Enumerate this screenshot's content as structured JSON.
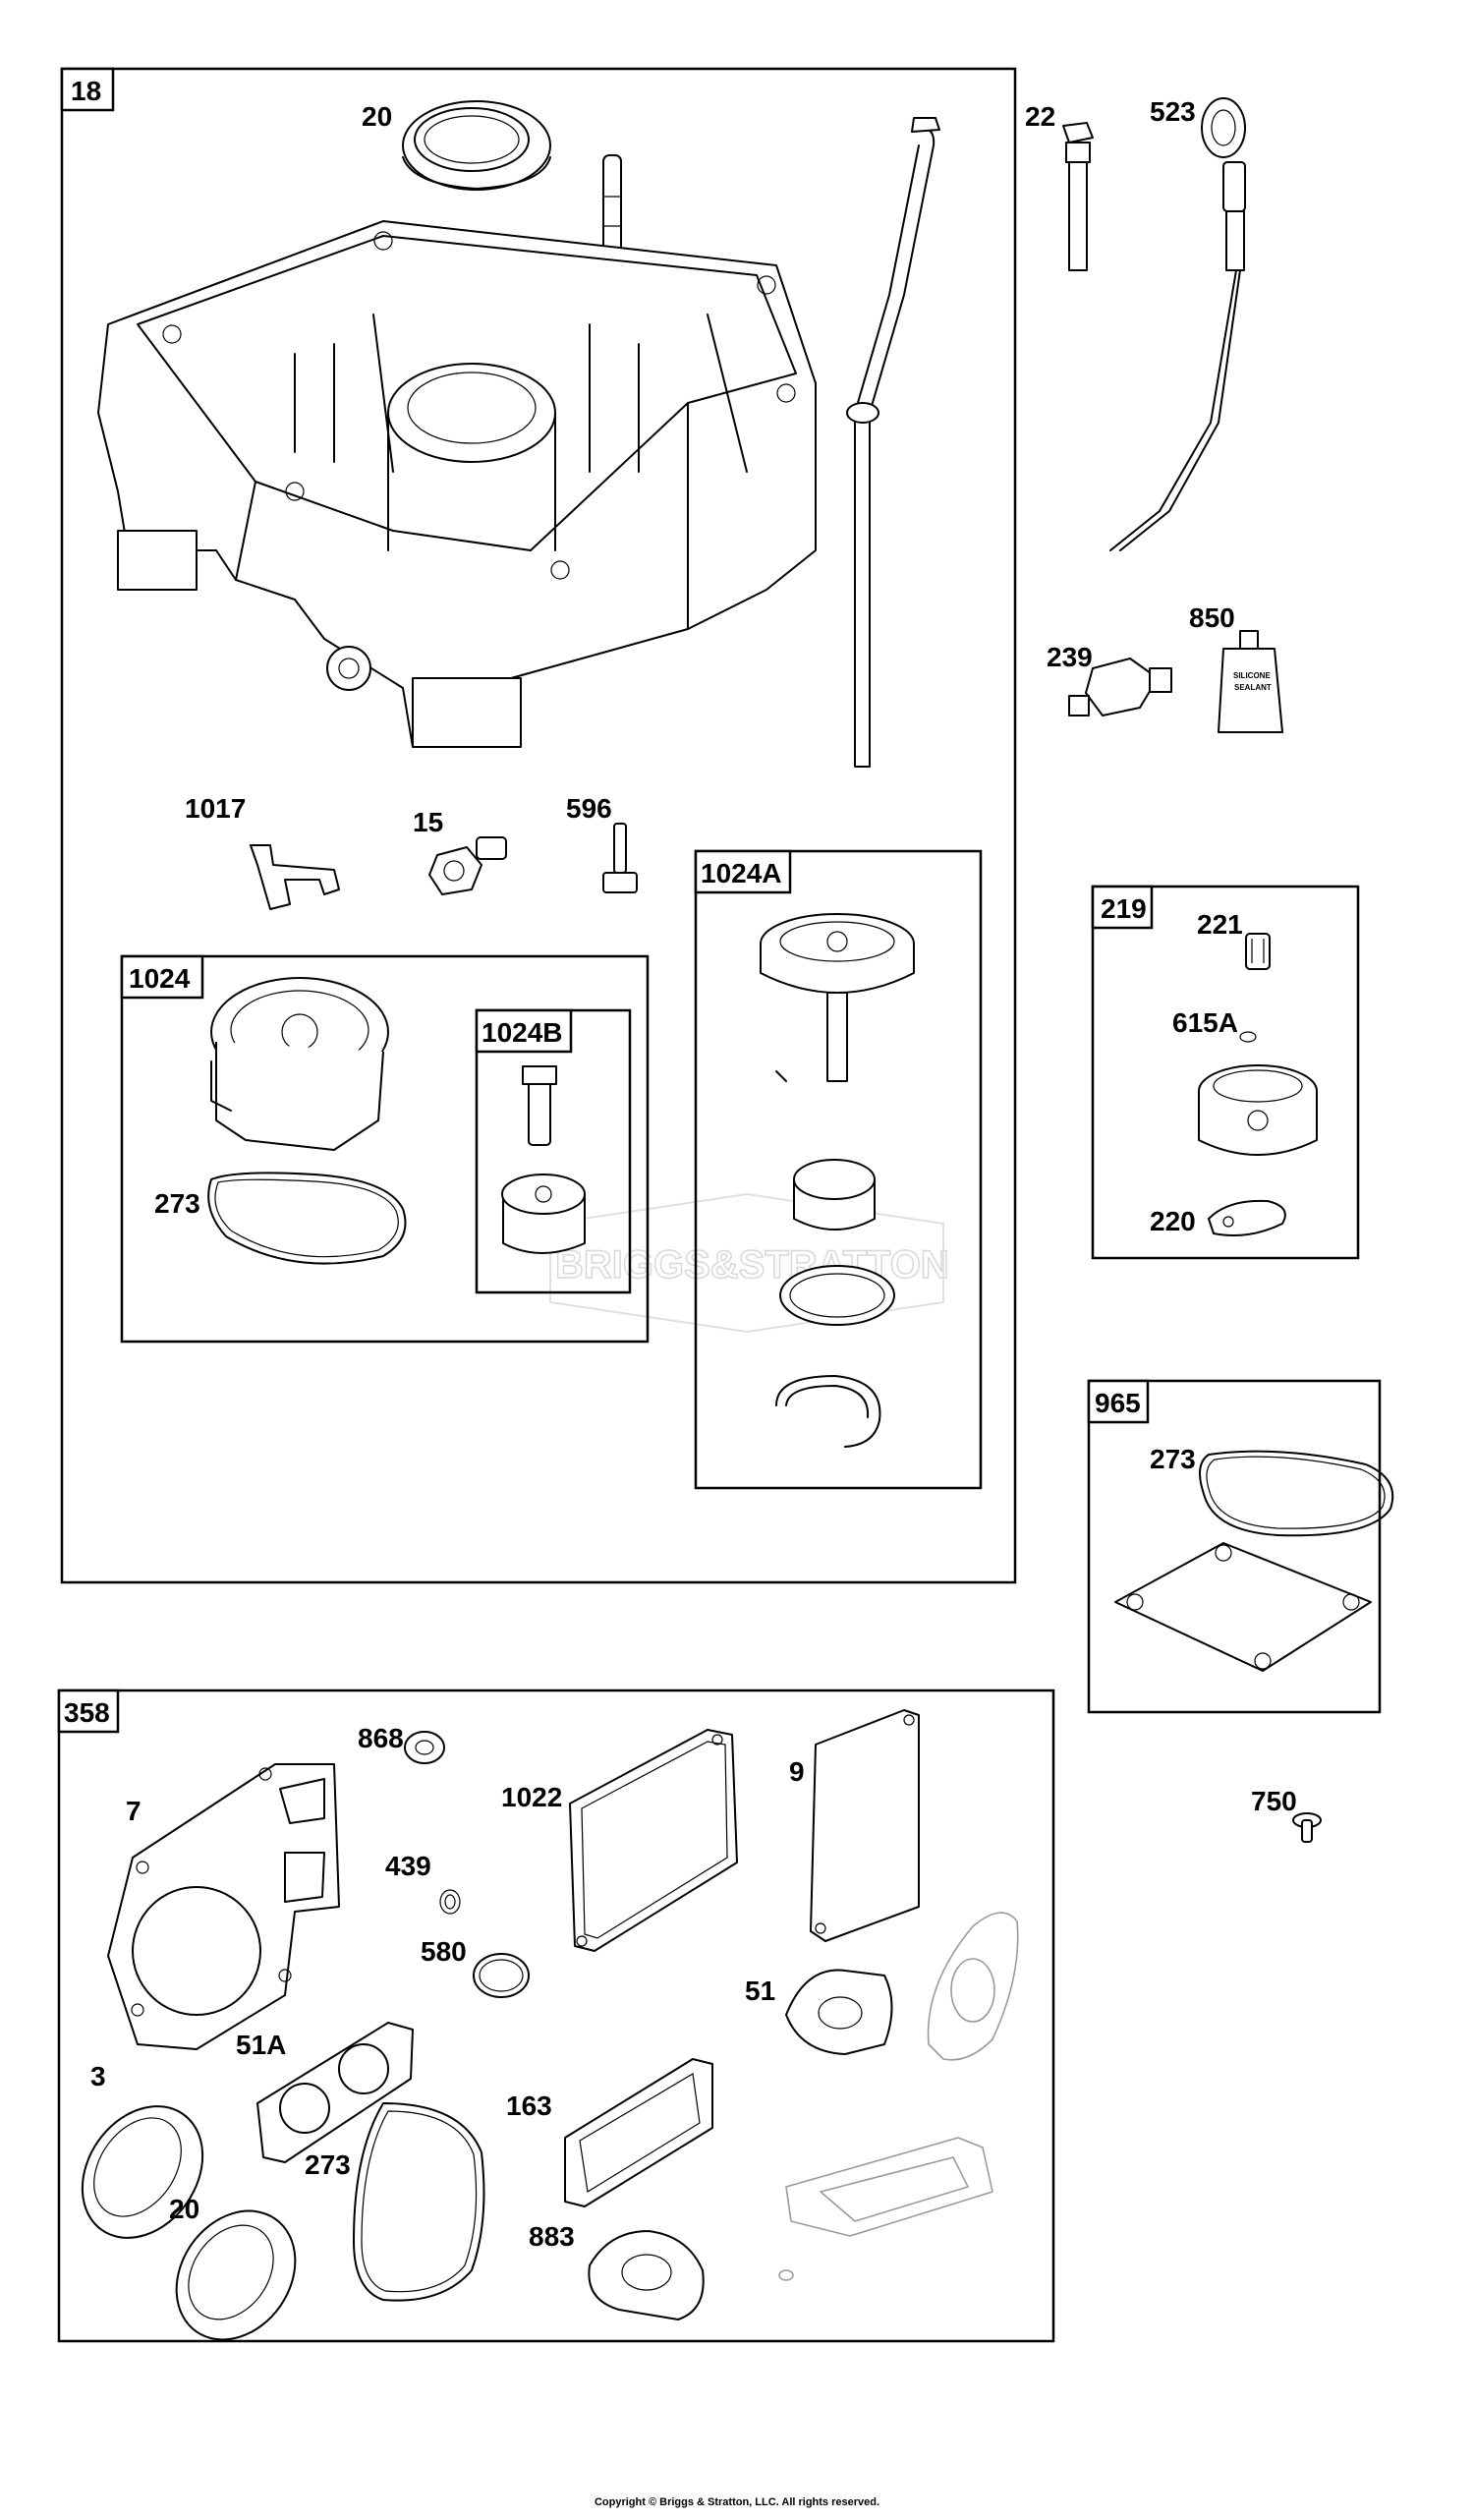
{
  "boxes": {
    "b18": "18",
    "b1024": "1024",
    "b1024b": "1024B",
    "b1024a": "1024A",
    "b219": "219",
    "b965": "965",
    "b358": "358"
  },
  "labels": {
    "l20a": "20",
    "l22": "22",
    "l523": "523",
    "l239": "239",
    "l850": "850",
    "l1017": "1017",
    "l15": "15",
    "l596": "596",
    "l273a": "273",
    "l221": "221",
    "l615a": "615A",
    "l220": "220",
    "l273b": "273",
    "l750": "750",
    "l868": "868",
    "l7": "7",
    "l1022": "1022",
    "l9": "9",
    "l439": "439",
    "l580": "580",
    "l51": "51",
    "l51a": "51A",
    "l3": "3",
    "l163": "163",
    "l273c": "273",
    "l20b": "20",
    "l883": "883"
  },
  "sealant_text": [
    "SILICONE",
    "SEALANT"
  ],
  "watermark": "BRIGGS&STRATTON",
  "copyright": "Copyright © Briggs & Stratton, LLC. All rights reserved."
}
